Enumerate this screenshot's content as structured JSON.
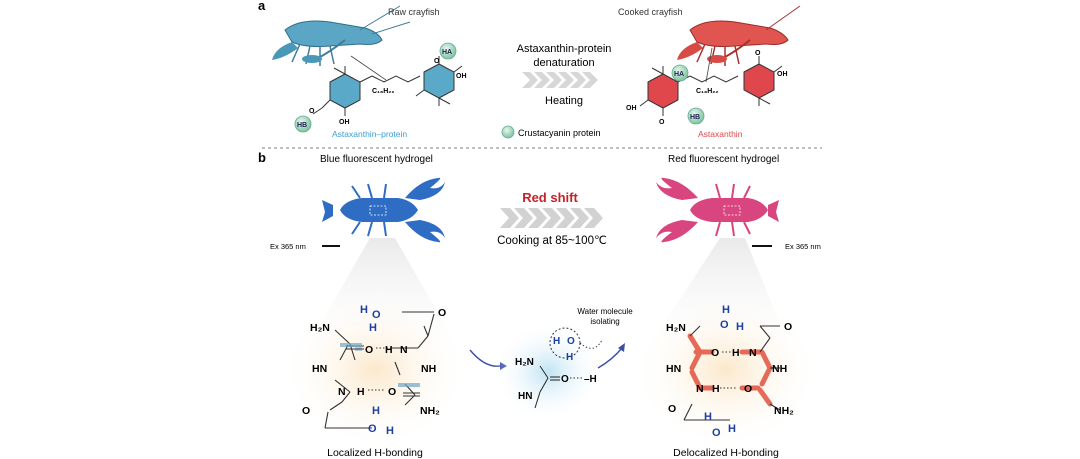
{
  "panel_a": {
    "label": "a",
    "raw_title": "Raw crayfish",
    "cooked_title": "Cooked crayfish",
    "process_line1": "Astaxanthin-protein",
    "process_line2": "denaturation",
    "process_heating": "Heating",
    "legend_text": "Crustacyanin protein",
    "left_caption": "Astaxanthin–protein",
    "right_caption": "Astaxanthin",
    "ha": "HA",
    "hb": "HB",
    "oh": "OH",
    "o": "O",
    "chain": "C₁₈H₂₂",
    "colors": {
      "blue": "#5aa9c9",
      "red": "#e0474c",
      "protein": "#9bd3b5"
    }
  },
  "panel_b": {
    "label": "b",
    "blue_title": "Blue fluorescent hydrogel",
    "red_title": "Red fluorescent hydrogel",
    "ex_left": "Ex 365 nm",
    "ex_right": "Ex 365 nm",
    "shift": "Red shift",
    "cooking": "Cooking at 85~100℃",
    "water_isolating_1": "Water molecule",
    "water_isolating_2": "isolating",
    "localized": "Localized H-bonding",
    "delocalized": "Delocalized H-bonding",
    "h2n": "H₂N",
    "nh2": "NH₂",
    "hn": "HN",
    "nh": "NH",
    "n": "N",
    "h": "H",
    "o": "O",
    "hbond": "–H",
    "colors": {
      "blue": "#2f6cc4",
      "pink": "#d9457f",
      "red_bond": "#e2513f",
      "water": "#1d3fa0"
    }
  }
}
